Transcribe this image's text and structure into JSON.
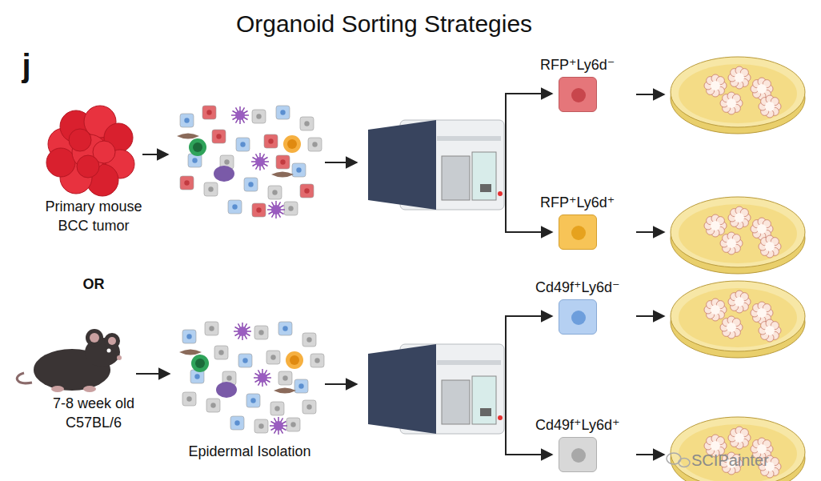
{
  "diagram": {
    "title": "Organoid Sorting Strategies",
    "nodes": [
      {
        "text": [
          "RFP⁺Ly6d⁻"
        ]
      },
      {
        "text": [
          "RFP⁺Ly6d⁺"
        ]
      },
      {
        "text": [
          "Cd49f⁺Ly6d⁻"
        ]
      },
      {
        "text": [
          "Cd49f⁺Ly6d⁺"
        ]
      }
    ],
    "labels": [
      "j",
      "Primary mouse BCC tumor",
      "OR",
      "7-8 week old C57BL/6",
      "Epidermal Isolation",
      "SCIPainter"
    ]
  }
}
